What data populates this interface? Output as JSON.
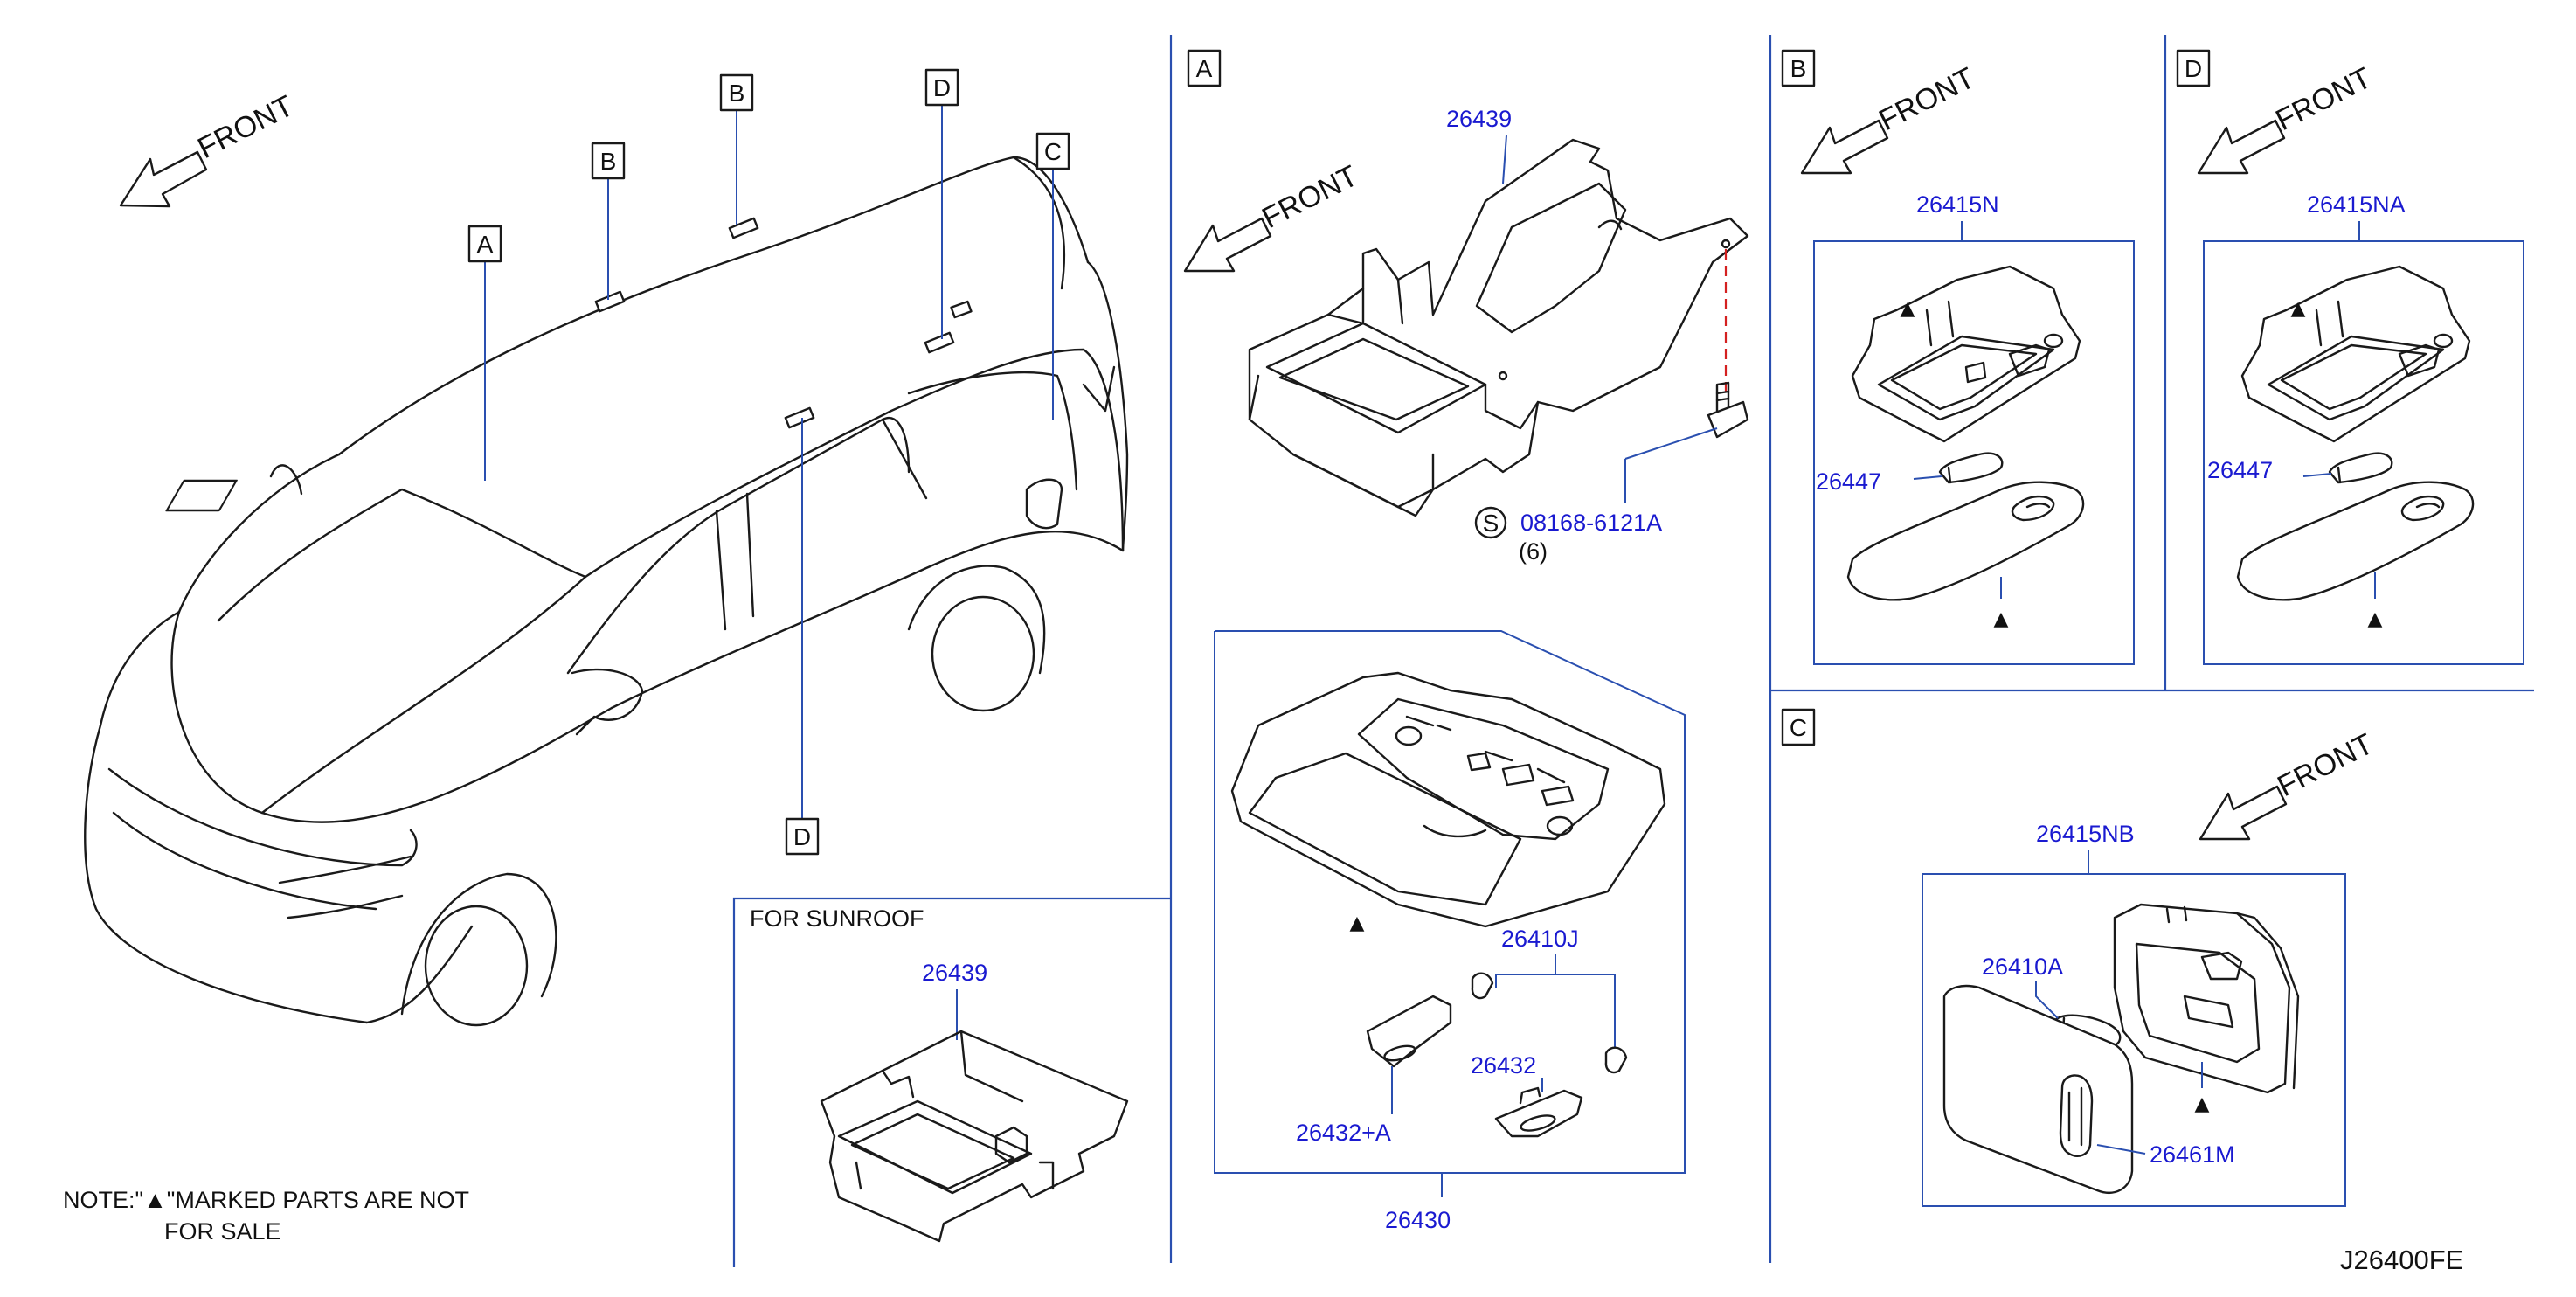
{
  "diagram_code": "J26400FE",
  "front_label": "FRONT",
  "note": {
    "line1": "NOTE:\"▲\"MARKED   PARTS   ARE   NOT",
    "line2": "FOR   SALE"
  },
  "triangle_mark": "▲",
  "section_labels": {
    "a": "A",
    "b": "B",
    "c": "C",
    "d": "D"
  },
  "sunroof_label": "FOR   SUNROOF",
  "parts": {
    "bracket": "26439",
    "bracket_sunroof": "26439",
    "screw": "08168-6121A",
    "screw_qty": "(6)",
    "screw_symbol": "S",
    "lamp_assy_front": "26430",
    "bulb_front": "26410J",
    "lens_right": "26432",
    "lens_left": "26432+A",
    "lamp_b": "26415N",
    "bulb_b": "26447",
    "lamp_d": "26415NA",
    "bulb_d": "26447",
    "lamp_c": "26415NB",
    "bulb_c": "26410A",
    "lens_c": "26461M"
  }
}
